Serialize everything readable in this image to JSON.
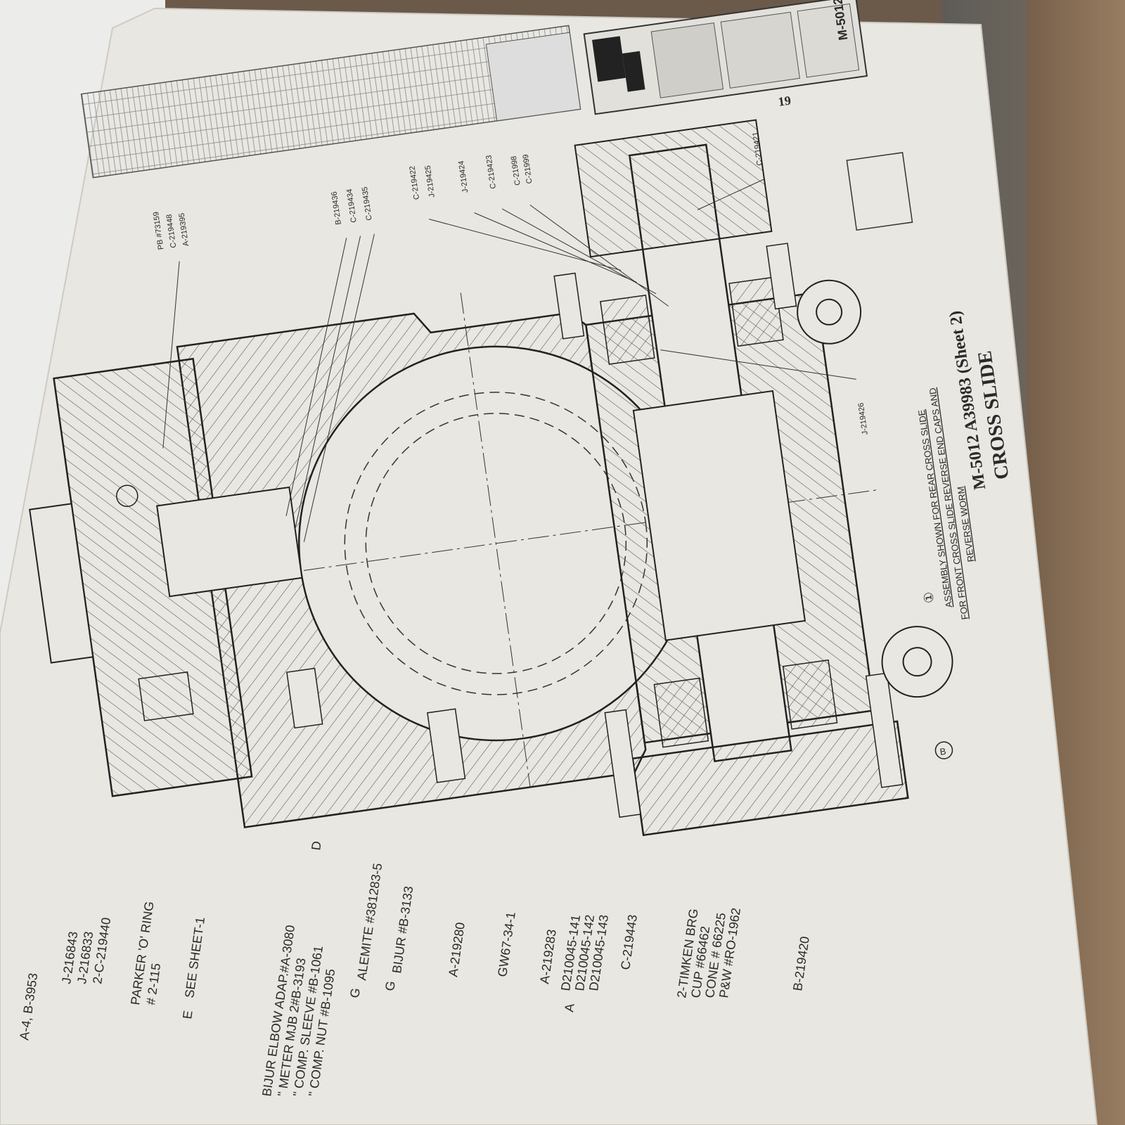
{
  "page_number": "19",
  "title": {
    "line1": "M-5012   A39983   (Sheet 2)",
    "line2": "CROSS SLIDE"
  },
  "title_block_id": "M-5012",
  "section_marks": {
    "b": "B"
  },
  "note": {
    "marker": "①",
    "line1": "ASSEMBLY SHOWN FOR REAR CROSS SLIDE",
    "line2": "FOR FRONT CROSS SLIDE REVERSE END CAPS AND",
    "line3": "REVERSE WORM"
  },
  "callouts_left": [
    {
      "id": "c-top",
      "lines": [
        "A-4, B-3953"
      ]
    },
    {
      "id": "c1",
      "lines": [
        "J-216843",
        "J-216833",
        "2-C-219440"
      ]
    },
    {
      "id": "c2",
      "lines": [
        "PARKER 'O' RING",
        "# 2-115"
      ]
    },
    {
      "id": "c3",
      "marker": "E",
      "lines": [
        "SEE SHEET-1"
      ]
    },
    {
      "id": "c4",
      "lines": [
        "BIJUR ELBOW ADAP.#A-3080",
        "\"  METER MJB 2#B-3193",
        "\"  COMP. SLEEVE #B-1061",
        "\"  COMP. NUT #B-1095"
      ],
      "marker": "D"
    },
    {
      "id": "c5",
      "marker": "G",
      "lines": [
        "ALEMITE #381283-5"
      ]
    },
    {
      "id": "c6",
      "marker": "G",
      "lines": [
        "BIJUR #B-3133"
      ]
    },
    {
      "id": "c7",
      "lines": [
        "A-219280"
      ]
    },
    {
      "id": "c8",
      "lines": [
        "GW67-34-1"
      ]
    },
    {
      "id": "c9",
      "lines": [
        "A-219283"
      ]
    },
    {
      "id": "c10",
      "marker": "A",
      "lines": [
        "D210045-141",
        "D210045-142",
        "D210045-143"
      ]
    },
    {
      "id": "c11",
      "lines": [
        "C-219443"
      ]
    },
    {
      "id": "c12",
      "lines": [
        "2-TIMKEN BRG",
        "CUP #66462",
        "CONE # 66225",
        "P&W #RO-1962"
      ]
    },
    {
      "id": "c13",
      "lines": [
        "B-219420"
      ]
    }
  ],
  "callouts_top": [
    {
      "id": "t1",
      "lines": [
        "B-219436",
        "C-219434",
        "C-219435"
      ]
    },
    {
      "id": "t2",
      "lines": [
        "C-219422",
        "J-219425"
      ]
    },
    {
      "id": "t3",
      "lines": [
        "J-219424"
      ]
    },
    {
      "id": "t4",
      "lines": [
        "C-219423"
      ]
    },
    {
      "id": "t5",
      "lines": [
        "C-21998",
        "C-21999"
      ]
    },
    {
      "id": "t6",
      "lines": [
        "C-219421"
      ]
    },
    {
      "id": "t7",
      "lines": [
        "J-219426"
      ]
    },
    {
      "id": "t8",
      "lines": [
        "PB #73159",
        "C-219448",
        "A-219395"
      ]
    }
  ],
  "colors": {
    "paper": "#e9e7e1",
    "ink": "#2a2a2a",
    "hatch": "#5a5a5a",
    "shadow": "#4f4a44"
  }
}
